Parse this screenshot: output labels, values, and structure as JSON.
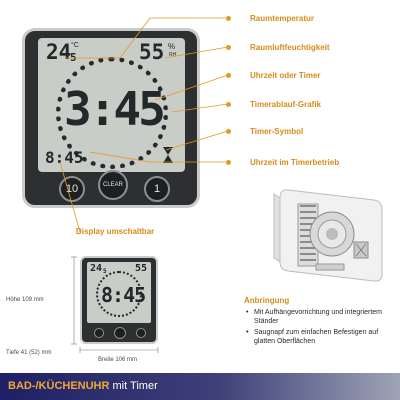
{
  "main_clock": {
    "temp_int": "24",
    "temp_dec": "5",
    "temp_unit": "°C",
    "humidity": "55",
    "humidity_unit": "%",
    "humidity_rh": "RH",
    "time": "3:45",
    "timer_time": "8:45",
    "btn_left": "10",
    "btn_center": "CLEAR",
    "btn_right": "1"
  },
  "callouts": {
    "raumtemperatur": "Raumtemperatur",
    "raumluftfeuchtigkeit": "Raumluftfeuchtigkeit",
    "uhrzeit_timer": "Uhrzeit oder Timer",
    "timerablauf": "Timerablauf-Grafik",
    "timer_symbol": "Timer-Symbol",
    "uhrzeit_timerbetrieb": "Uhrzeit im Timerbetrieb",
    "display": "Display umschaltbar"
  },
  "small_clock": {
    "temp": "24",
    "temp_dec": "5",
    "humidity": "55",
    "time": "8:45"
  },
  "dimensions": {
    "hoehe": "Höhe 109 mm",
    "tiefe": "Tiefe 41 (52) mm",
    "breite": "Breite 106 mm"
  },
  "anbringung": {
    "title": "Anbringung",
    "bullets": [
      "Mit Aufhängevorrichtung und integriertem Ständer",
      "Saugnapf zum einfachen Befestigen auf glatten Oberflächen"
    ]
  },
  "footer": {
    "title_bold": "BAD-/KÜCHENUHR",
    "title_rest": " mit Timer"
  },
  "colors": {
    "accent": "#d88b19",
    "footer_dark": "#1e1f66"
  }
}
